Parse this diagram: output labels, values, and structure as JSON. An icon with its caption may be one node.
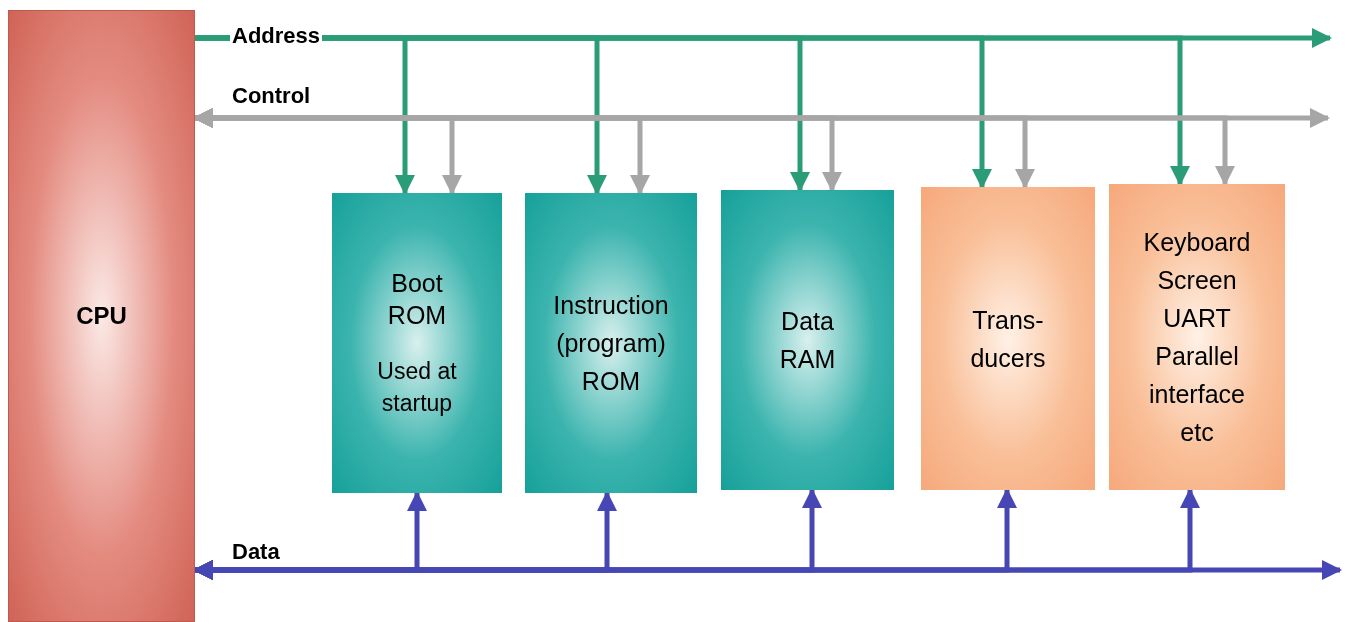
{
  "diagram": {
    "nodes": [
      {
        "text": [
          "CPU"
        ]
      },
      {
        "text": [
          "Boot ROM",
          "Used at startup"
        ]
      },
      {
        "text": [
          "Instruction (program) ROM"
        ]
      },
      {
        "text": [
          "Data RAM"
        ]
      },
      {
        "text": [
          "Trans- ducers"
        ]
      },
      {
        "text": [
          "Keyboard Screen UART Parallel interface etc"
        ]
      }
    ],
    "edges": [
      {
        "from": 0,
        "to": 1,
        "arrow": "to",
        "color": "#2a9d78"
      },
      {
        "from": 0,
        "to": 2,
        "arrow": "to",
        "color": "#2a9d78"
      },
      {
        "from": 0,
        "to": 3,
        "arrow": "to",
        "color": "#2a9d78"
      },
      {
        "from": 0,
        "to": 4,
        "arrow": "to",
        "color": "#2a9d78"
      },
      {
        "from": 0,
        "to": 5,
        "arrow": "to",
        "color": "#2a9d78"
      },
      {
        "from": 0,
        "to": null,
        "arrow": "to",
        "color": "#2a9d78"
      },
      {
        "from": 0,
        "to": 1,
        "arrow": "both",
        "color": "#a6a6a6"
      },
      {
        "from": 0,
        "to": 2,
        "arrow": "both",
        "color": "#a6a6a6"
      },
      {
        "from": 0,
        "to": 3,
        "arrow": "both",
        "color": "#a6a6a6"
      },
      {
        "from": 0,
        "to": 4,
        "arrow": "both",
        "color": "#a6a6a6"
      },
      {
        "from": 0,
        "to": 5,
        "arrow": "both",
        "color": "#a6a6a6"
      },
      {
        "from": 0,
        "to": null,
        "arrow": "both",
        "color": "#a6a6a6"
      },
      {
        "from": 0,
        "to": 1,
        "arrow": "both",
        "color": "#4646b4"
      },
      {
        "from": 0,
        "to": 2,
        "arrow": "both",
        "color": "#4646b4"
      },
      {
        "from": 0,
        "to": 3,
        "arrow": "both",
        "color": "#4646b4"
      },
      {
        "from": 0,
        "to": 4,
        "arrow": "both",
        "color": "#4646b4"
      },
      {
        "from": 0,
        "to": 5,
        "arrow": "both",
        "color": "#4646b4"
      },
      {
        "from": 0,
        "to": null,
        "arrow": "both",
        "color": "#4646b4"
      }
    ],
    "labels": [
      "Address",
      "Control",
      "Data"
    ]
  }
}
